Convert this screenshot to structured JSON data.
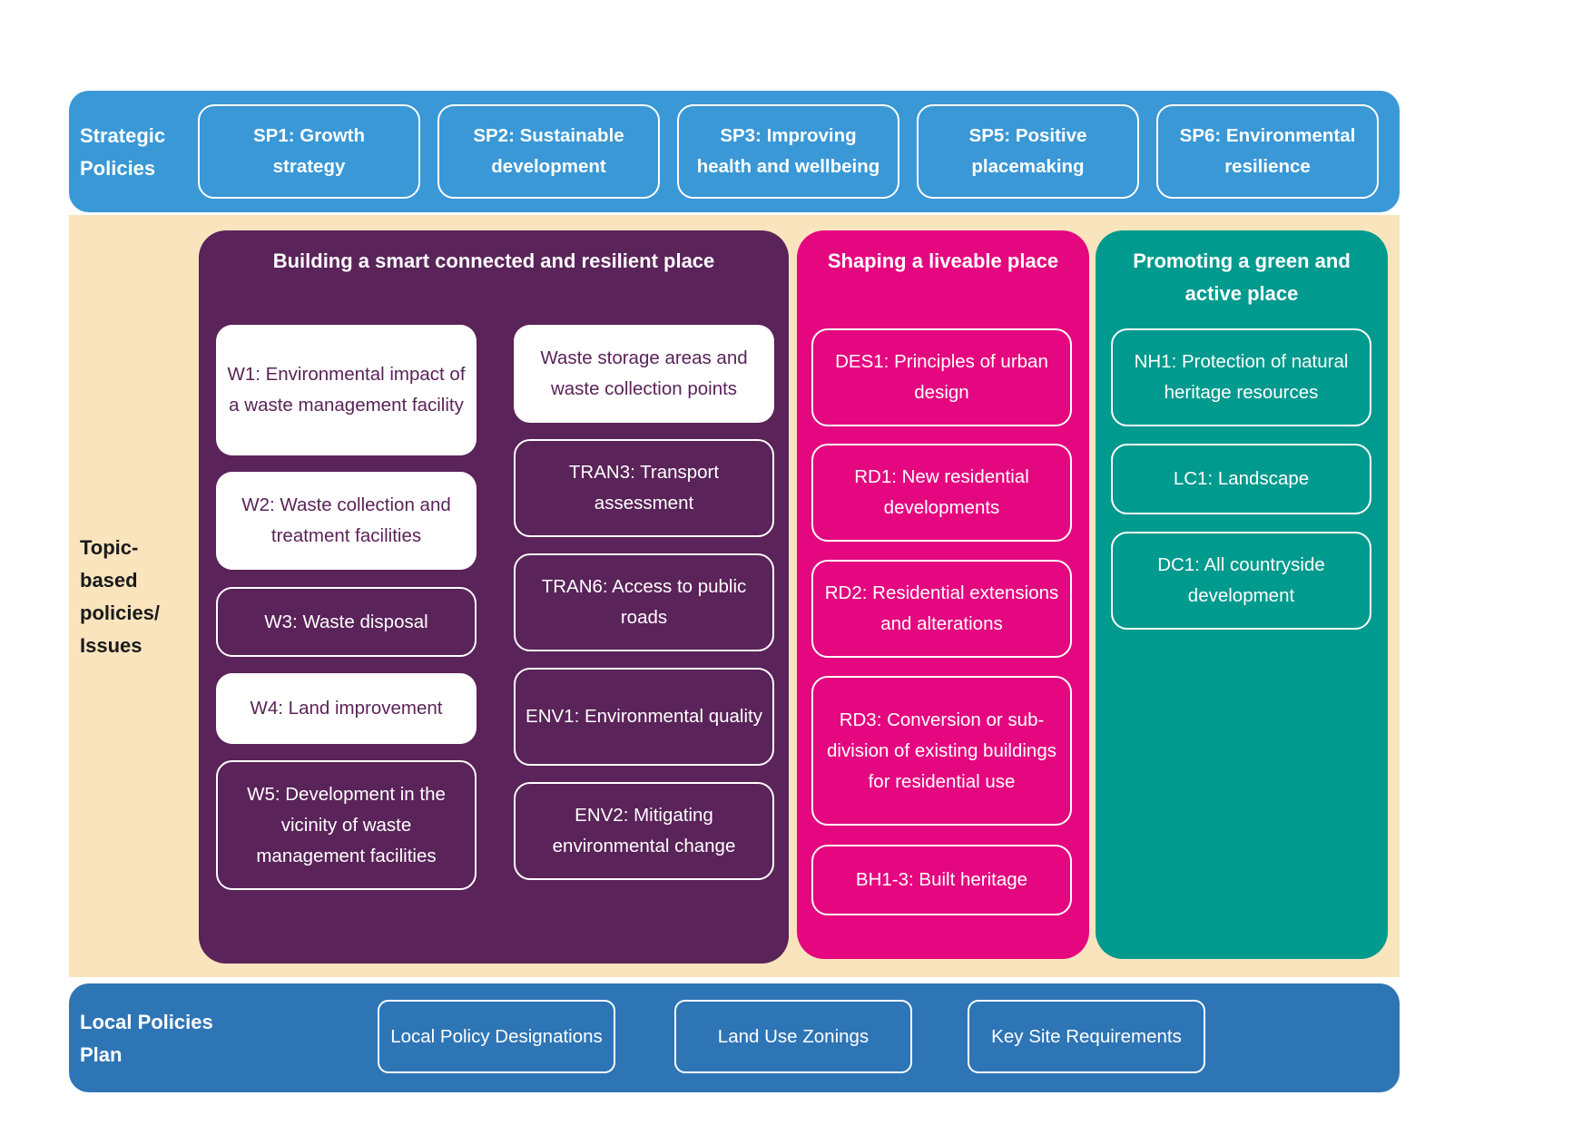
{
  "colors": {
    "strategic": "#3a98d6",
    "topic": "#f9e4bd",
    "local": "#2e75b6",
    "purple": "#5a2359",
    "pink": "#e5077f",
    "teal": "#009a8e"
  },
  "strategic": {
    "label_line1": "Strategic",
    "label_line2": "Policies",
    "items": [
      {
        "line1": "SP1: Growth",
        "line2": "strategy"
      },
      {
        "line1": "SP2: Sustainable",
        "line2": "development"
      },
      {
        "line1": "SP3: Improving",
        "line2": "health and wellbeing"
      },
      {
        "line1": "SP5: Positive",
        "line2": "placemaking"
      },
      {
        "line1": "SP6: Environmental",
        "line2": "resilience"
      }
    ]
  },
  "topic": {
    "label_line1": "Topic-",
    "label_line2": "based",
    "label_line3": "policies/",
    "label_line4": "Issues",
    "smart": {
      "title": "Building a smart connected and resilient place",
      "items": [
        "W1: Environmental impact of a waste management facility",
        "W2: Waste collection and treatment facilities",
        "W3: Waste disposal",
        "W4: Land improvement",
        "W5: Development in the vicinity of waste management facilities",
        "Waste storage areas and waste collection points",
        "TRAN3: Transport assessment",
        "TRAN6: Access to public roads",
        "ENV1: Environmental quality",
        "ENV2: Mitigating environmental change"
      ]
    },
    "liveable": {
      "title": "Shaping a liveable place",
      "items": [
        "DES1: Principles of urban design",
        "RD1: New residential developments",
        "RD2: Residential extensions and alterations",
        "RD3: Conversion or sub-division of existing buildings for residential use",
        "BH1-3: Built heritage"
      ]
    },
    "green": {
      "title": "Promoting a green and active place",
      "items": [
        "NH1: Protection of natural heritage resources",
        "LC1: Landscape",
        "DC1: All countryside development"
      ]
    }
  },
  "local": {
    "label_line1": "Local Policies",
    "label_line2": "Plan",
    "items": [
      "Local Policy Designations",
      "Land Use Zonings",
      "Key Site Requirements"
    ]
  }
}
